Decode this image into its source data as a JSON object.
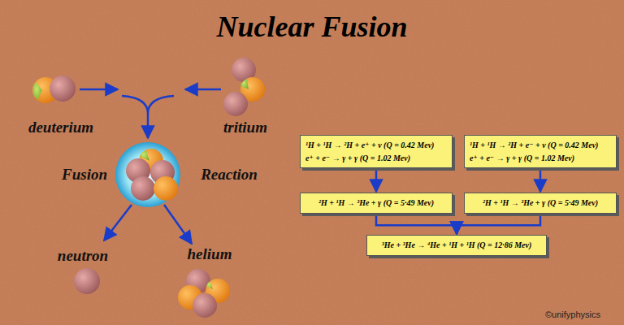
{
  "diagram": {
    "title": "Nuclear Fusion",
    "nodes": [
      {
        "text": [
          "¹H + ¹H → ²H + e⁺ + ν (Q = 0.42 Mev)",
          "e⁺ + e⁻ → γ + γ (Q = 1.02 Mev)"
        ]
      },
      {
        "text": [
          "¹H + ¹H → ²H + e⁻ + ν (Q = 0.42 Mev)",
          "e⁺ + e⁻ → γ + γ (Q = 1.02 Mev)"
        ]
      },
      {
        "text": [
          "²H + ¹H → ³He + γ (Q = 5·49 Mev)"
        ]
      },
      {
        "text": [
          "²H + ¹H → ³He + γ (Q = 5·49 Mev)"
        ]
      },
      {
        "text": [
          "³He + ³He → ⁴He + ¹H + ¹H (Q = 12·86 Mev)"
        ]
      }
    ],
    "edges": [
      {
        "from": 0,
        "to": 2,
        "arrow": "to"
      },
      {
        "from": 1,
        "to": 3,
        "arrow": "to"
      },
      {
        "from": 2,
        "to": 4,
        "arrow": "to"
      },
      {
        "from": 3,
        "to": 4,
        "arrow": "to"
      }
    ],
    "labels": [
      "deuterium",
      "tritium",
      "Fusion",
      "Reaction",
      "neutron",
      "helium",
      "©unifyphysics"
    ]
  }
}
